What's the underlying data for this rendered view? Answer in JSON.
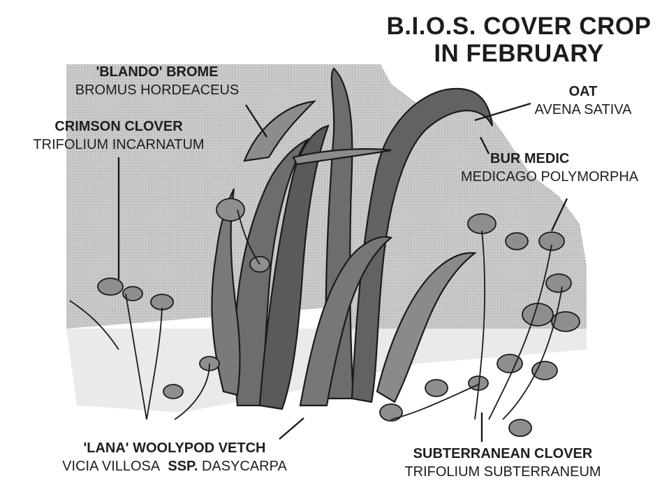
{
  "title": {
    "line1": "B.I.O.S. COVER CROP",
    "line2": "IN FEBRUARY"
  },
  "labels": {
    "blando_brome": {
      "common": "'BLANDO' BROME",
      "latin": "BROMUS HORDEACEUS"
    },
    "crimson_clover": {
      "common": "CRIMSON CLOVER",
      "latin": "TRIFOLIUM INCARNATUM"
    },
    "oat": {
      "common": "OAT",
      "latin": "AVENA SATIVA"
    },
    "bur_medic": {
      "common": "BUR MEDIC",
      "latin": "MEDICAGO POLYMORPHA"
    },
    "lana_vetch": {
      "common": "'LANA' WOOLYPOD VETCH",
      "latin_prefix": "VICIA VILLOSA",
      "latin_ssp": "SSP.",
      "latin_suffix": "DASYCARPA"
    },
    "subterranean_clover": {
      "common": "SUBTERRANEAN CLOVER",
      "latin": "TRIFOLIUM SUBTERRANEUM"
    }
  },
  "colors": {
    "ink": "#1a1a1a",
    "background_shade": "#a9a9a9",
    "paper": "#ffffff"
  }
}
